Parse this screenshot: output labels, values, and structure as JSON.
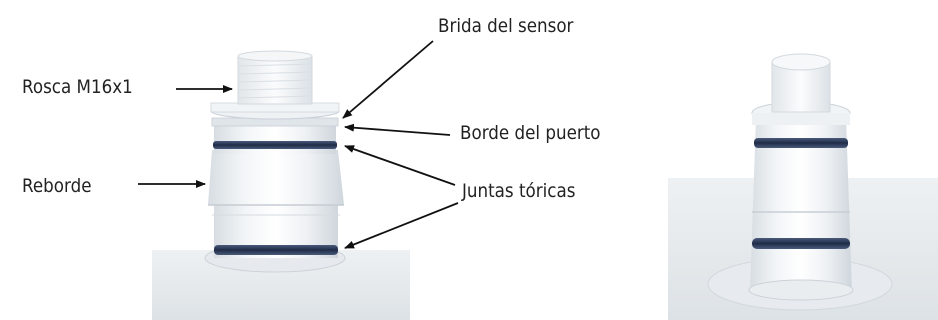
{
  "labels": {
    "thread": "Rosca M16x1",
    "sensor_flange": "Brida del sensor",
    "port_edge": "Borde del puerto",
    "rim": "Reborde",
    "o_rings": "Juntas tóricas"
  },
  "colors": {
    "text": "#222222",
    "arrow": "#111111",
    "o_ring": "#2e3d5c",
    "plastic": "#e8ecef"
  }
}
